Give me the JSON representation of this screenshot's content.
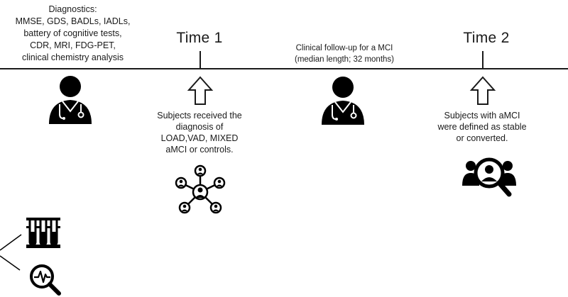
{
  "diagnostics": {
    "lines": [
      "Diagnostics:",
      "MMSE, GDS, BADLs, IADLs,",
      "battery of cognitive tests,",
      "CDR, MRI, FDG-PET,",
      "clinical chemistry analysis"
    ]
  },
  "time1": {
    "label": "Time 1",
    "caption": [
      "Subjects received the",
      "diagnosis of",
      "LOAD,VAD, MIXED",
      "aMCI or controls."
    ]
  },
  "followup": {
    "lines": [
      "Clinical follow-up for a MCI",
      "(median length; 32 months)"
    ]
  },
  "time2": {
    "label": "Time 2",
    "caption": [
      "Subjects with aMCI",
      "were defined as stable",
      "or converted."
    ]
  },
  "icons": {
    "doctor1": "doctor-icon",
    "doctor2": "doctor-icon",
    "arrow1": "up-arrow-icon",
    "arrow2": "up-arrow-icon",
    "network": "network-people-icon",
    "group": "group-search-icon",
    "tubes": "test-tubes-icon",
    "magnifier": "magnifier-pulse-icon"
  }
}
